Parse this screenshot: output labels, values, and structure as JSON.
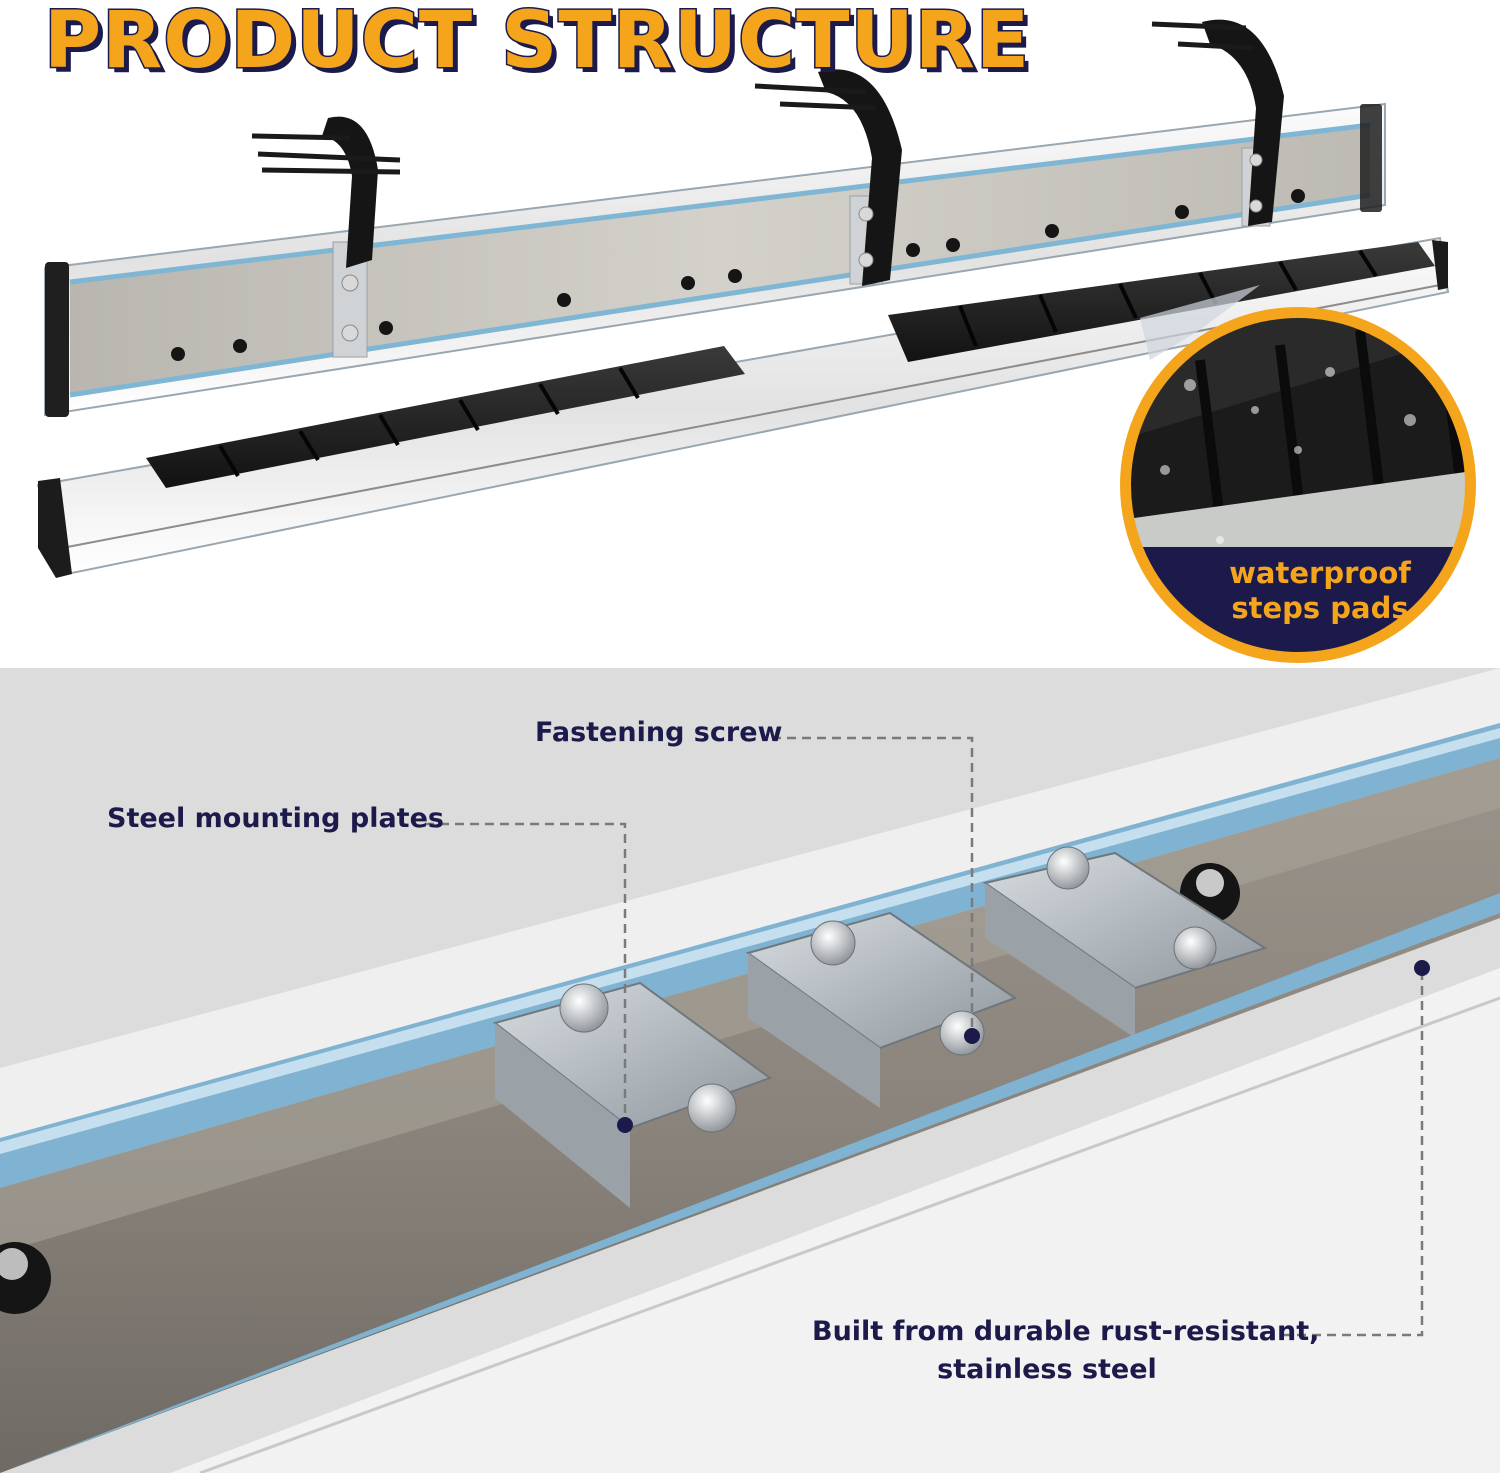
{
  "header": {
    "title": "PRODUCT STRUCTURE"
  },
  "badge": {
    "line1": "waterproof",
    "line2": "steps pads"
  },
  "callouts": {
    "fastening": "Fastening screw",
    "plates": "Steel mounting plates",
    "material_line1": "Built from durable rust-resistant,",
    "material_line2": "stainless steel"
  },
  "colors": {
    "title_fill": "#f4a51c",
    "title_outline": "#1b1a4a",
    "label_text": "#1b1a4a",
    "steel": "#e6e6e6",
    "pad": "#1d1d1d",
    "badge_ring": "#f4a51c",
    "badge_band": "#1b1a4a"
  }
}
